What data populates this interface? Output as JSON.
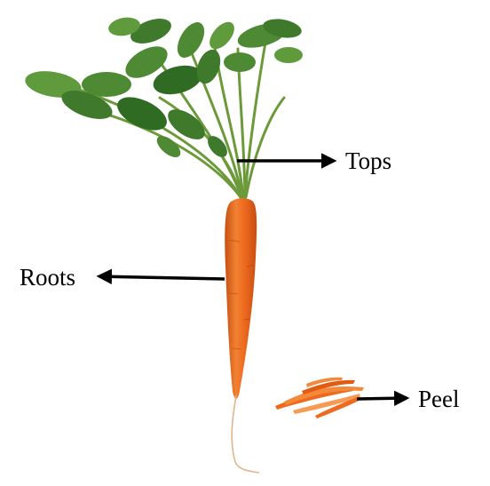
{
  "diagram": {
    "subject": "carrot",
    "labels": {
      "tops": "Tops",
      "roots": "Roots",
      "peel": "Peel"
    },
    "colors": {
      "leaf_dark": "#2f6b23",
      "leaf_light": "#5f9a3c",
      "stem": "#6c9a3a",
      "carrot": "#ee6a1f",
      "carrot_dark": "#c94e12",
      "carrot_light": "#f79a52",
      "arrow": "#000000",
      "text": "#000000"
    }
  }
}
